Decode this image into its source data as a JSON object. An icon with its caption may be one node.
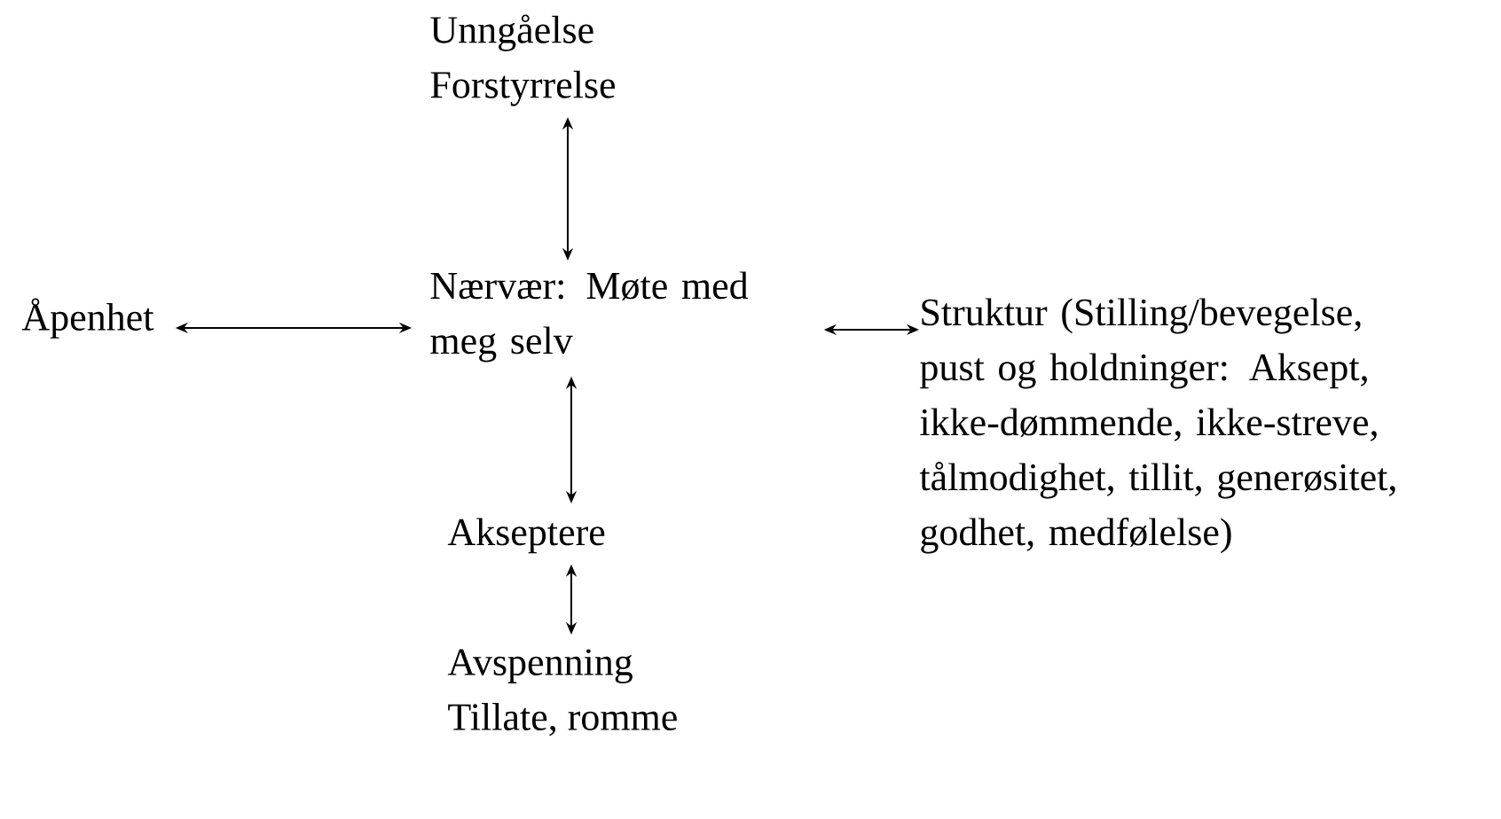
{
  "diagram": {
    "nodes": [
      {
        "text": [
          "Unngåelse",
          "Forstyrrelse"
        ]
      },
      {
        "text": [
          "Åpenhet"
        ]
      },
      {
        "text": [
          "Nærvær: Møte med meg selv"
        ]
      },
      {
        "text": [
          "Akseptere"
        ]
      },
      {
        "text": [
          "Avspenning",
          "Tillate, romme"
        ]
      },
      {
        "text": [
          "Struktur (Stilling/bevegelse, pust og holdninger: Aksept, ikke-dømmende, ikke-streve, tålmodighet, tillit, generøsitet, godhet, medfølelse)"
        ]
      }
    ],
    "edges": [
      {
        "from": 0,
        "to": 2,
        "arrow": "both"
      },
      {
        "from": 1,
        "to": 2,
        "arrow": "both"
      },
      {
        "from": 2,
        "to": 5,
        "arrow": "both"
      },
      {
        "from": 2,
        "to": 3,
        "arrow": "both"
      },
      {
        "from": 3,
        "to": 4,
        "arrow": "both"
      }
    ]
  }
}
